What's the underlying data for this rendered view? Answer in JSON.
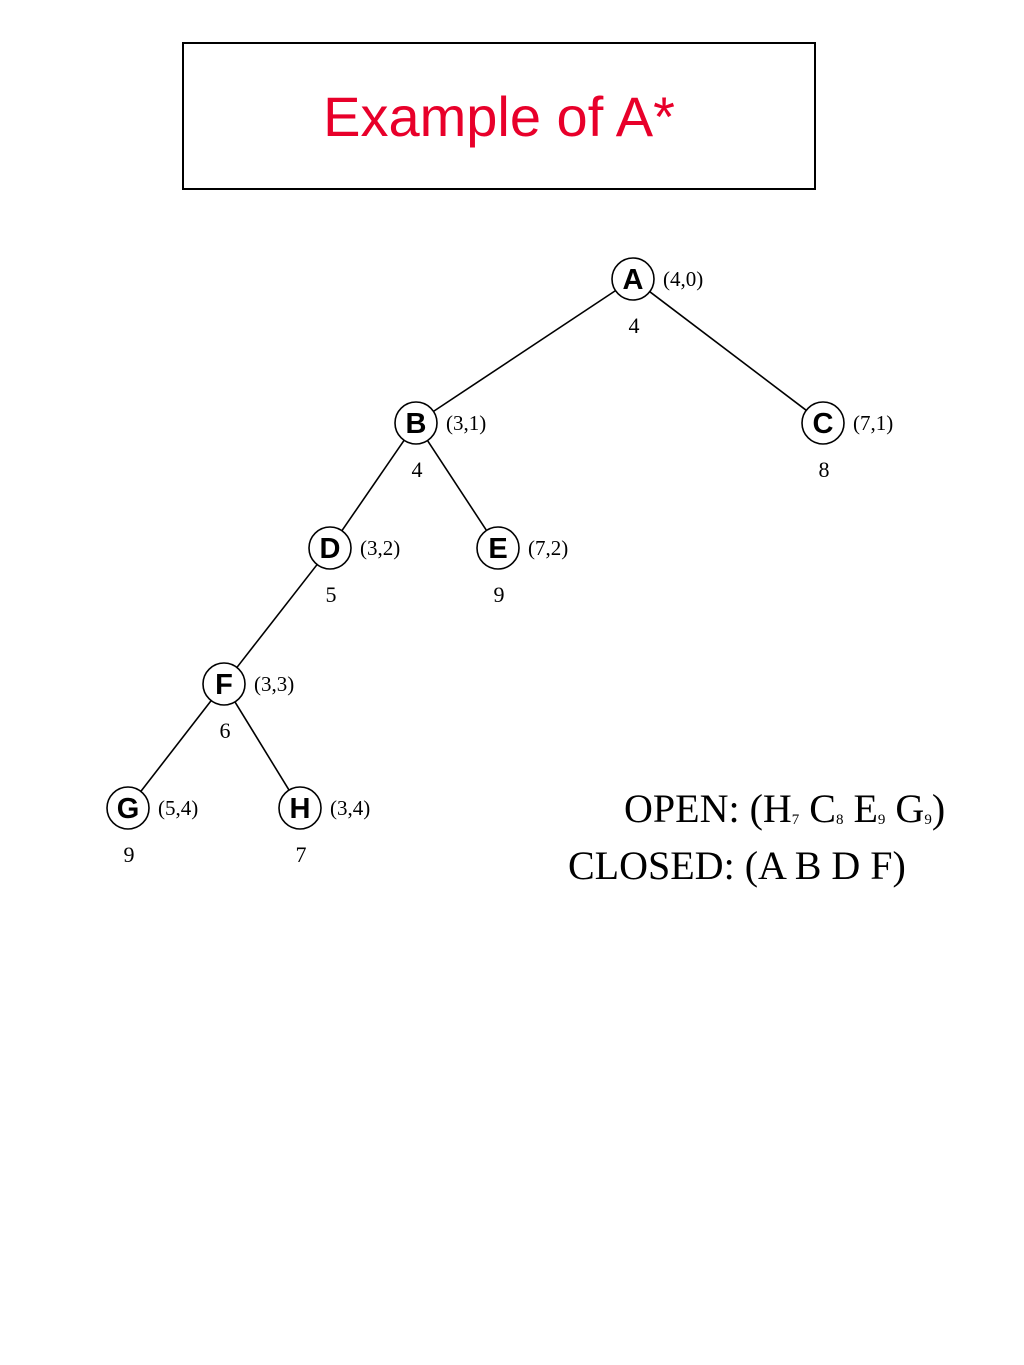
{
  "title": "Example of A*",
  "colors": {
    "title": "#e8002a",
    "ink": "#000000"
  },
  "nodes": [
    {
      "id": "A",
      "pair": "(4,0)",
      "f": "4"
    },
    {
      "id": "B",
      "pair": "(3,1)",
      "f": "4"
    },
    {
      "id": "C",
      "pair": "(7,1)",
      "f": "8"
    },
    {
      "id": "D",
      "pair": "(3,2)",
      "f": "5"
    },
    {
      "id": "E",
      "pair": "(7,2)",
      "f": "9"
    },
    {
      "id": "F",
      "pair": "(3,3)",
      "f": "6"
    },
    {
      "id": "G",
      "pair": "(5,4)",
      "f": "9"
    },
    {
      "id": "H",
      "pair": "(3,4)",
      "f": "7"
    }
  ],
  "edges": [
    [
      "A",
      "B"
    ],
    [
      "A",
      "C"
    ],
    [
      "B",
      "D"
    ],
    [
      "B",
      "E"
    ],
    [
      "D",
      "F"
    ],
    [
      "F",
      "G"
    ],
    [
      "F",
      "H"
    ]
  ],
  "open": {
    "label": "OPEN:",
    "items": [
      {
        "node": "H",
        "f": "7"
      },
      {
        "node": "C",
        "f": "8"
      },
      {
        "node": "E",
        "f": "9"
      },
      {
        "node": "G",
        "f": "9"
      }
    ]
  },
  "closed": {
    "label": "CLOSED:",
    "items": [
      "A",
      "B",
      "D",
      "F"
    ]
  }
}
